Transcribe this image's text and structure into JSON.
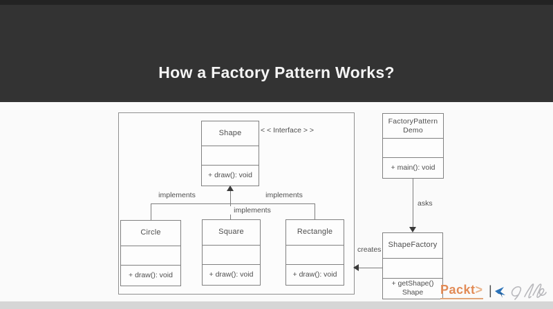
{
  "header": {
    "title": "How a Factory Pattern Works?"
  },
  "diagram": {
    "interface_label": "< < Interface > >",
    "classes": {
      "shape": {
        "name": "Shape",
        "method": "+ draw(): void"
      },
      "circle": {
        "name": "Circle",
        "method": "+ draw(): void"
      },
      "square": {
        "name": "Square",
        "method": "+ draw(): void"
      },
      "rectangle": {
        "name": "Rectangle",
        "method": "+ draw(): void"
      },
      "factory_pattern_demo": {
        "name_line1": "FactoryPattern",
        "name_line2": "Demo",
        "method": "+ main(): void"
      },
      "shape_factory": {
        "name": "ShapeFactory",
        "method_line1": "+ getShape()",
        "method_line2": "Shape"
      }
    },
    "edge_labels": {
      "implements_left": "implements",
      "implements_center": "implements",
      "implements_right": "implements",
      "asks": "asks",
      "creates": "creates"
    }
  },
  "footer": {
    "packt_logo_text": "Packt",
    "packt_chevron": ">",
    "divider": "|",
    "icons": {
      "bird": "blue-bird-icon",
      "signature": "signature-scribble-icon"
    }
  },
  "colors": {
    "header_bg": "#333333",
    "body_bg": "#fafafa",
    "bottom_strip": "#d6d6d6",
    "box_border": "#7f7f7f",
    "line": "#7c7c7c",
    "text": "#4d4d4d",
    "packt_orange": "#e28a55",
    "bird_blue": "#2b72b8",
    "signature_gray": "#b8b8bc"
  }
}
